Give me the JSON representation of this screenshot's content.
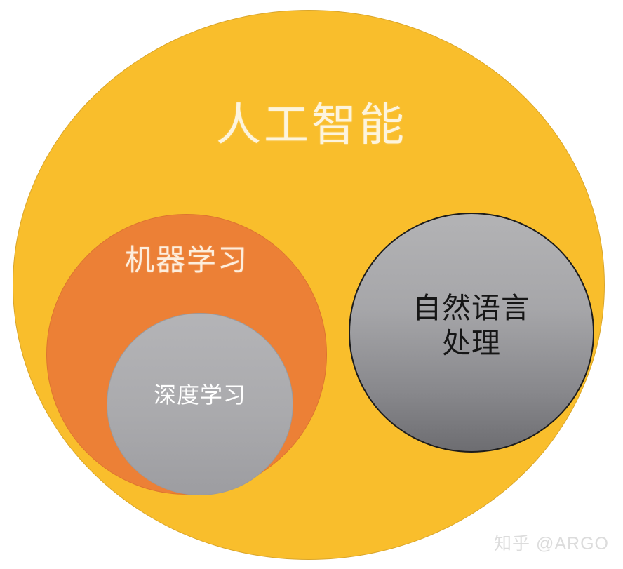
{
  "diagram": {
    "type": "venn-nested-circles",
    "background_color": "#ffffff",
    "title_visible": false,
    "sets": [
      {
        "id": "ai",
        "label": "人工智能",
        "fill_color": "#f9be2c",
        "border_color": "#d9a52a",
        "text_color": "#fdf4dd",
        "level": 0
      },
      {
        "id": "machine_learning",
        "label": "机器学习",
        "fill_color": "#ec8036",
        "border_color": "#dd7430",
        "text_color": "#fdeedd",
        "level": 1
      },
      {
        "id": "deep_learning",
        "label": "深度学习",
        "fill_color": "#aaaaad",
        "border_color": "#9a9a9e",
        "text_color": "#ffffff",
        "level": 2
      },
      {
        "id": "nlp",
        "label_line1": "自然语言",
        "label_line2": "处理",
        "fill_color": "#a6a6a9",
        "border_color": "#1c1c1c",
        "text_color": "#161616",
        "level": 1
      }
    ]
  },
  "watermark": {
    "text": "知乎 @ARGO",
    "color": "#dcdcdc"
  }
}
